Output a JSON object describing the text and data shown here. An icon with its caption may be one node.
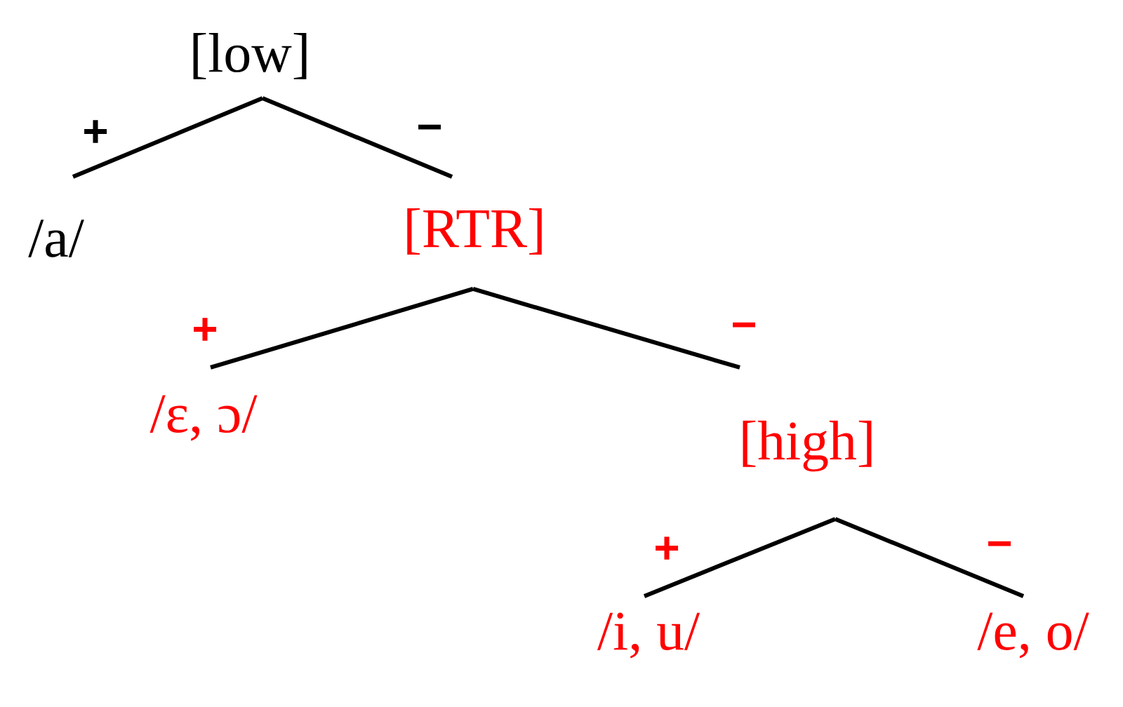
{
  "diagram": {
    "nodes": [
      {
        "text": [
          "[low]"
        ]
      },
      {
        "text": [
          "/a/"
        ]
      },
      {
        "text": [
          "[RTR]"
        ]
      },
      {
        "text": [
          "/ɛ, ɔ/"
        ]
      },
      {
        "text": [
          "[high]"
        ]
      },
      {
        "text": [
          "/i, u/"
        ]
      },
      {
        "text": [
          "/e, o/"
        ]
      }
    ],
    "edges": [
      {
        "from": 0,
        "to": 1,
        "arrow": "none",
        "label": "+"
      },
      {
        "from": 0,
        "to": 2,
        "arrow": "none",
        "label": "−"
      },
      {
        "from": 2,
        "to": 3,
        "arrow": "none",
        "label": "+"
      },
      {
        "from": 2,
        "to": 4,
        "arrow": "none",
        "label": "−"
      },
      {
        "from": 4,
        "to": 5,
        "arrow": "none",
        "label": "+"
      },
      {
        "from": 4,
        "to": 6,
        "arrow": "none",
        "label": "−"
      }
    ]
  }
}
